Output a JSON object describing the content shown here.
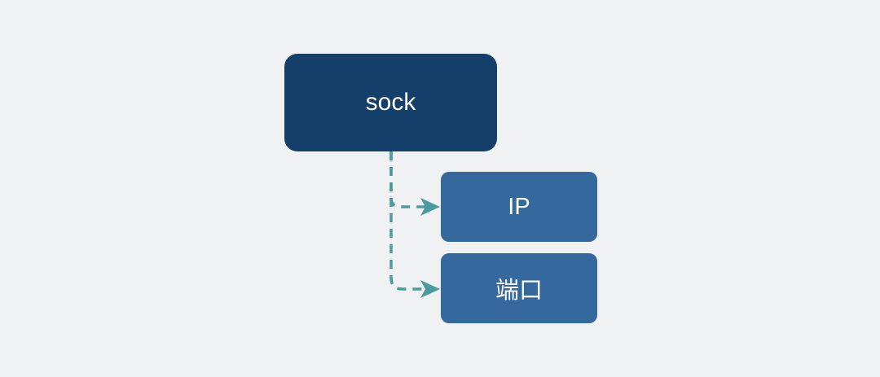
{
  "diagram": {
    "root": {
      "label": "sock"
    },
    "children": [
      {
        "label": "IP"
      },
      {
        "label": "端口"
      }
    ]
  },
  "colors": {
    "background": "#f0f1f3",
    "root_fill": "#143f6b",
    "child_fill": "#35689c",
    "connector": "#4a9aa0",
    "text": "#ffffff"
  }
}
